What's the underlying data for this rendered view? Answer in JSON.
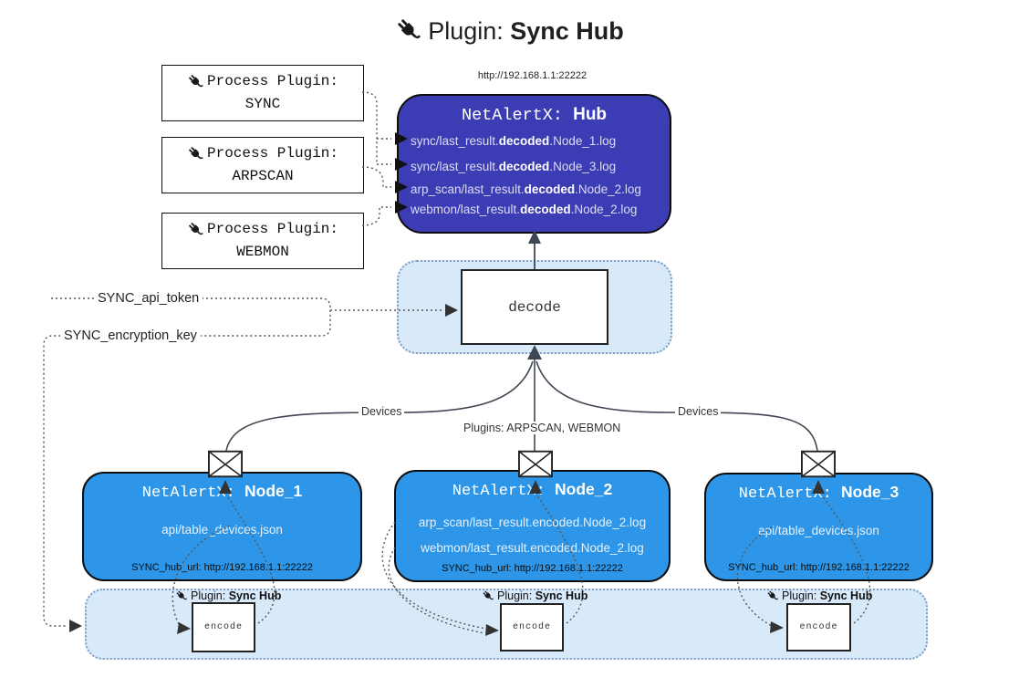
{
  "title": {
    "prefix": "Plugin: ",
    "bold": "Sync Hub"
  },
  "hub": {
    "url_label": "http://192.168.1.1:22222",
    "title_prefix": "NetAlertX: ",
    "title_bold": "Hub",
    "rows": [
      {
        "prefix": "sync/last_result.",
        "bold": "decoded",
        "suffix": ".Node_1.log"
      },
      {
        "prefix": "sync/last_result.",
        "bold": "decoded",
        "suffix": ".Node_3.log"
      },
      {
        "prefix": "arp_scan/last_result.",
        "bold": "decoded",
        "suffix": ".Node_2.log"
      },
      {
        "prefix": "webmon/last_result.",
        "bold": "decoded",
        "suffix": ".Node_2.log"
      }
    ]
  },
  "process_plugins": [
    {
      "line1": "Process Plugin:",
      "name": "SYNC"
    },
    {
      "line1": "Process Plugin:",
      "name": "ARPSCAN"
    },
    {
      "line1": "Process Plugin:",
      "name": "WEBMON"
    }
  ],
  "decode": {
    "label": "decode"
  },
  "settings": {
    "api_token": "SYNC_api_token",
    "encryption_key": "SYNC_encryption_key"
  },
  "edge_labels": {
    "devices_left": "Devices",
    "plugins_mid": "Plugins: ARPSCAN, WEBMON",
    "devices_right": "Devices"
  },
  "nodes": [
    {
      "title_prefix": "NetAlertX: ",
      "title_bold": "Node_1",
      "lines": [
        "api/table_devices.json"
      ],
      "hub_url": "SYNC_hub_url: http://192.168.1.1:22222"
    },
    {
      "title_prefix": "NetAlertX: ",
      "title_bold": "Node_2",
      "lines": [
        "arp_scan/last_result.encoded.Node_2.log",
        "webmon/last_result.encoded.Node_2.log"
      ],
      "hub_url": "SYNC_hub_url: http://192.168.1.1:22222"
    },
    {
      "title_prefix": "NetAlertX: ",
      "title_bold": "Node_3",
      "lines": [
        "api/table_devices.json"
      ],
      "hub_url": "SYNC_hub_url: http://192.168.1.1:22222"
    }
  ],
  "encoders": [
    {
      "label_prefix": "Plugin: ",
      "label_bold": "Sync Hub",
      "box_label": "encode"
    },
    {
      "label_prefix": "Plugin: ",
      "label_bold": "Sync Hub",
      "box_label": "encode"
    },
    {
      "label_prefix": "Plugin: ",
      "label_bold": "Sync Hub",
      "box_label": "encode"
    }
  ],
  "colors": {
    "hub_fill": "#3c3cb4",
    "node_fill": "#2d96e8",
    "band_fill": "#d8e9fa",
    "band_border": "#7d9cbf",
    "box_border": "#111111",
    "connector": "#444444"
  }
}
